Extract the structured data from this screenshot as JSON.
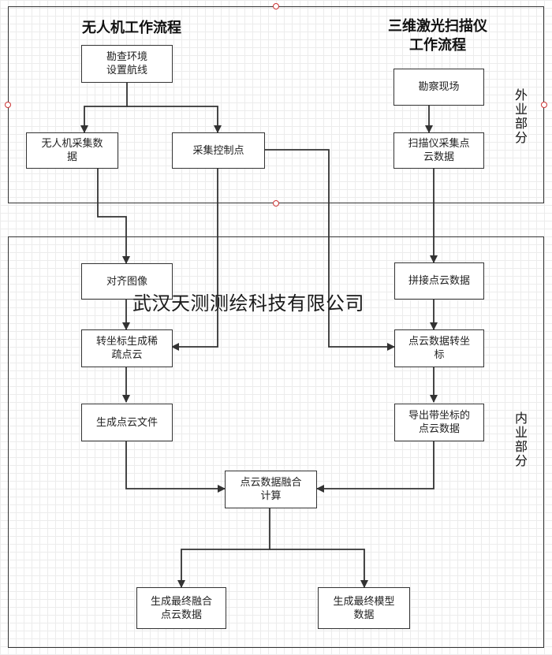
{
  "titles": {
    "uav": "无人机工作流程",
    "scanner": "三维激光扫描仪\n工作流程"
  },
  "sections": {
    "field": "外业部分",
    "office": "内业部分"
  },
  "nodes": {
    "survey_route": "勘查环境\n设置航线",
    "uav_collect": "无人机采集数\n据",
    "collect_control": "采集控制点",
    "survey_site": "勘察现场",
    "scanner_collect": "扫描仪采集点\n云数据",
    "align_images": "对齐图像",
    "transform_sparse": "转坐标生成稀\n疏点云",
    "gen_cloud_file": "生成点云文件",
    "stitch_cloud": "拼接点云数据",
    "cloud_transform": "点云数据转坐\n标",
    "export_cloud": "导出带坐标的\n点云数据",
    "fusion": "点云数据融合\n计算",
    "final_fusion": "生成最终融合\n点云数据",
    "final_model": "生成最终模型\n数据"
  },
  "watermark": "武汉天测测绘科技有限公司",
  "colors": {
    "stroke": "#333333",
    "handle": "#cc3333",
    "grid": "#ececec"
  }
}
